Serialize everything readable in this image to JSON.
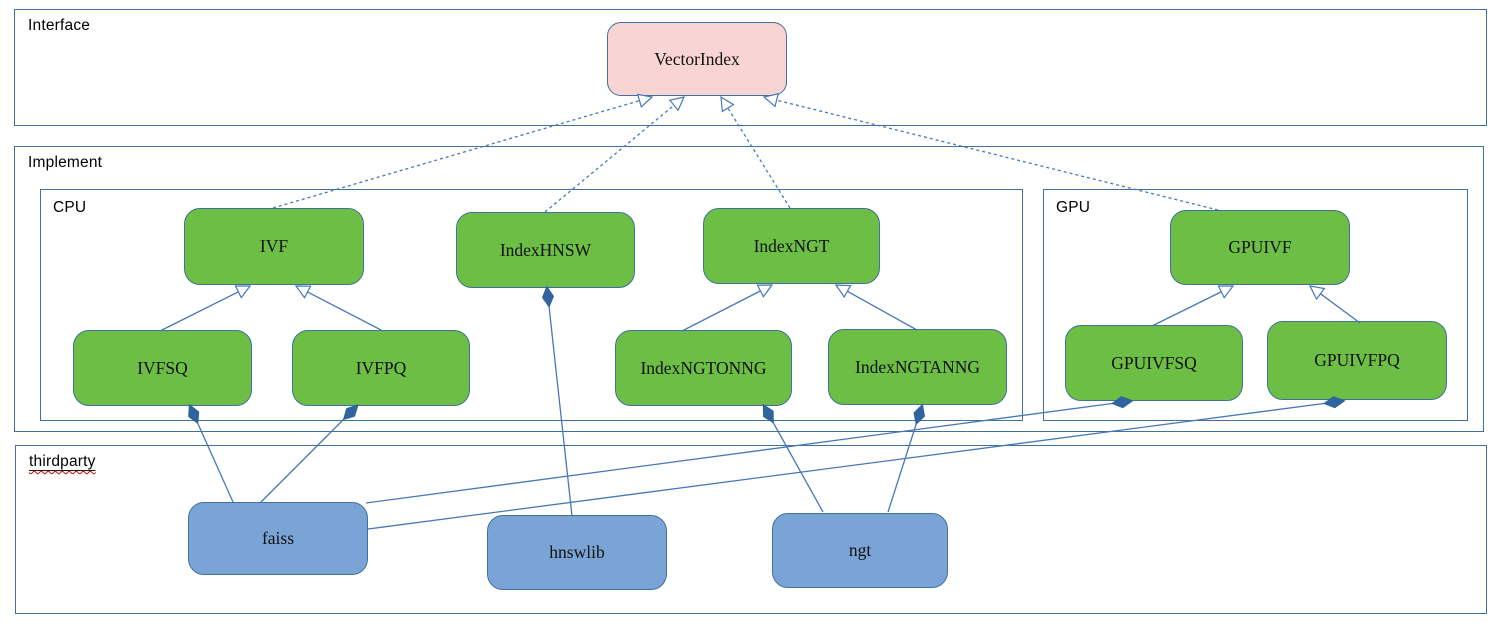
{
  "containers": [
    {
      "id": "interface",
      "label": "Interface"
    },
    {
      "id": "implement",
      "label": "Implement"
    },
    {
      "id": "cpu",
      "label": "CPU"
    },
    {
      "id": "gpu",
      "label": "GPU"
    },
    {
      "id": "thirdparty",
      "label": "thirdparty",
      "spellcheck_marked": true
    }
  ],
  "nodes": [
    {
      "id": "vectorindex",
      "label": "VectorIndex",
      "kind": "interface",
      "container": "interface"
    },
    {
      "id": "ivf",
      "label": "IVF",
      "kind": "class",
      "container": "cpu"
    },
    {
      "id": "indexhnsw",
      "label": "IndexHNSW",
      "kind": "class",
      "container": "cpu"
    },
    {
      "id": "indexngt",
      "label": "IndexNGT",
      "kind": "class",
      "container": "cpu"
    },
    {
      "id": "ivfsq",
      "label": "IVFSQ",
      "kind": "class",
      "container": "cpu"
    },
    {
      "id": "ivfpq",
      "label": "IVFPQ",
      "kind": "class",
      "container": "cpu"
    },
    {
      "id": "indexngtonng",
      "label": "IndexNGTONNG",
      "kind": "class",
      "container": "cpu"
    },
    {
      "id": "indexngtanng",
      "label": "IndexNGTANNG",
      "kind": "class",
      "container": "cpu"
    },
    {
      "id": "gpuivf",
      "label": "GPUIVF",
      "kind": "class",
      "container": "gpu"
    },
    {
      "id": "gpuivfsq",
      "label": "GPUIVFSQ",
      "kind": "class",
      "container": "gpu"
    },
    {
      "id": "gpuivfpq",
      "label": "GPUIVFPQ",
      "kind": "class",
      "container": "gpu"
    },
    {
      "id": "faiss",
      "label": "faiss",
      "kind": "library",
      "container": "thirdparty"
    },
    {
      "id": "hnswlib",
      "label": "hnswlib",
      "kind": "library",
      "container": "thirdparty"
    },
    {
      "id": "ngt",
      "label": "ngt",
      "kind": "library",
      "container": "thirdparty"
    }
  ],
  "edges": [
    {
      "from": "ivf",
      "to": "vectorindex",
      "type": "realization"
    },
    {
      "from": "indexhnsw",
      "to": "vectorindex",
      "type": "realization"
    },
    {
      "from": "indexngt",
      "to": "vectorindex",
      "type": "realization"
    },
    {
      "from": "gpuivf",
      "to": "vectorindex",
      "type": "realization"
    },
    {
      "from": "ivfsq",
      "to": "ivf",
      "type": "generalization"
    },
    {
      "from": "ivfpq",
      "to": "ivf",
      "type": "generalization"
    },
    {
      "from": "indexngtonng",
      "to": "indexngt",
      "type": "generalization"
    },
    {
      "from": "indexngtanng",
      "to": "indexngt",
      "type": "generalization"
    },
    {
      "from": "gpuivfsq",
      "to": "gpuivf",
      "type": "generalization"
    },
    {
      "from": "gpuivfpq",
      "to": "gpuivf",
      "type": "generalization"
    },
    {
      "from": "faiss",
      "to": "ivfsq",
      "type": "composition"
    },
    {
      "from": "faiss",
      "to": "ivfpq",
      "type": "composition"
    },
    {
      "from": "faiss",
      "to": "gpuivfsq",
      "type": "composition"
    },
    {
      "from": "faiss",
      "to": "gpuivfpq",
      "type": "composition"
    },
    {
      "from": "hnswlib",
      "to": "indexhnsw",
      "type": "composition"
    },
    {
      "from": "ngt",
      "to": "indexngtonng",
      "type": "composition"
    },
    {
      "from": "ngt",
      "to": "indexngtanng",
      "type": "composition"
    }
  ],
  "colors": {
    "edge_line": "#4678b8",
    "diamond_fill": "#2f649e",
    "class_fill": "#6cbe45",
    "library_fill": "#7aa4d6",
    "interface_fill": "#f8d5d3",
    "node_border": "#41719c",
    "container_border": "#41719c",
    "spellcheck_underline": "#d40000"
  }
}
